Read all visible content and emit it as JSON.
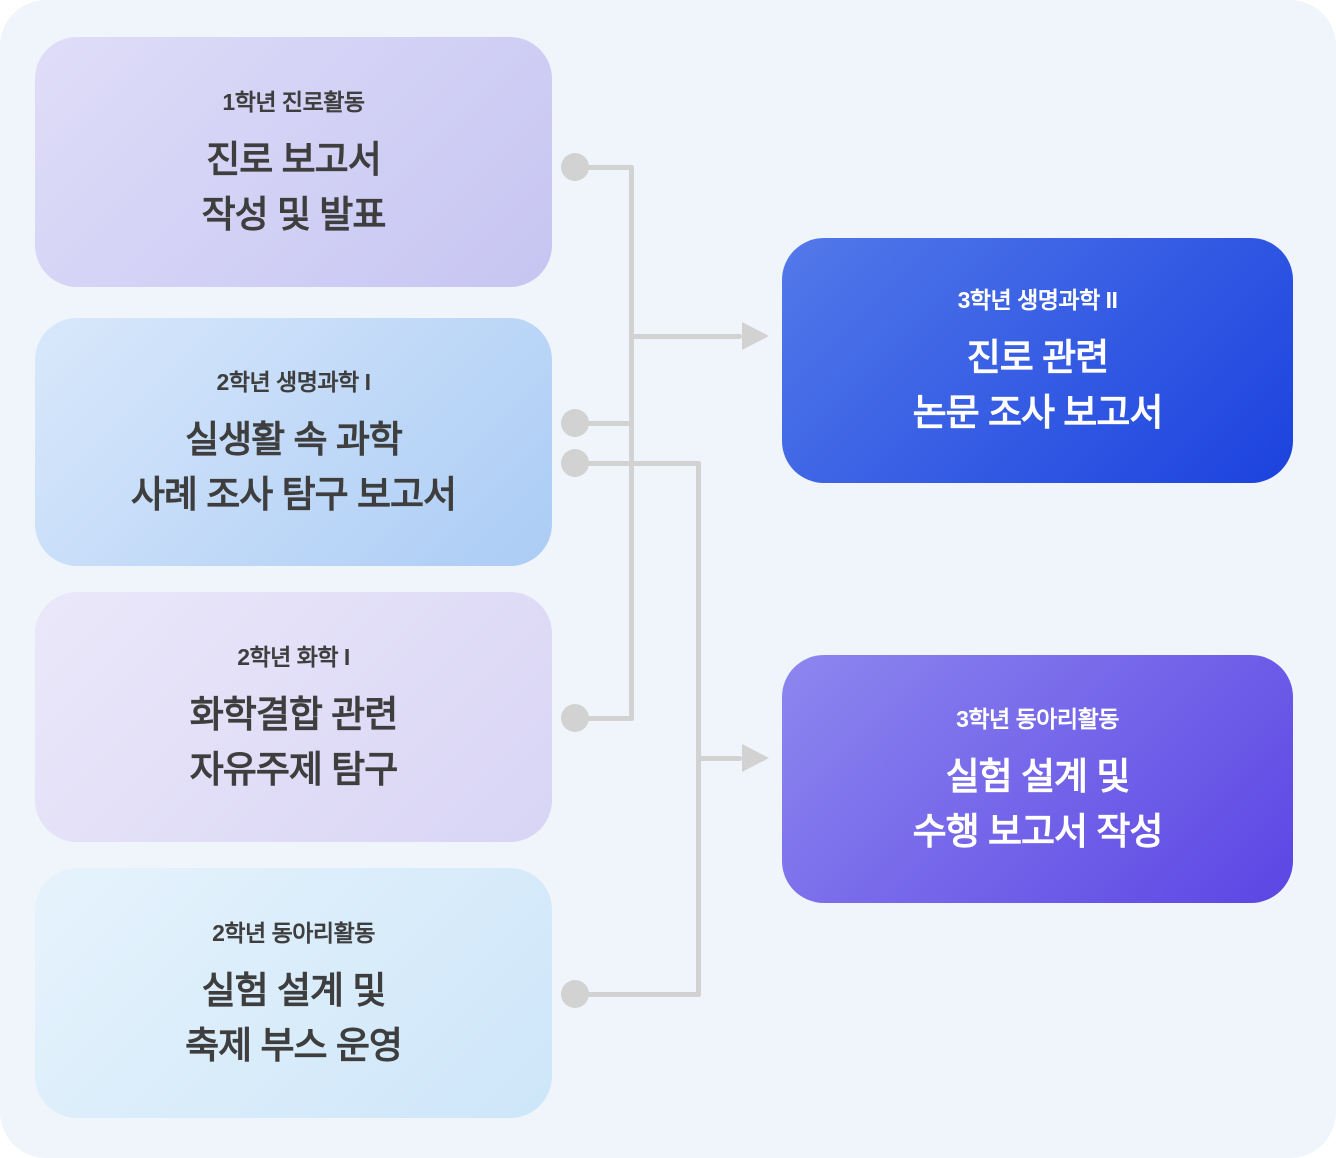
{
  "diagram": {
    "background_color": "#eff5fb",
    "connector_color": "#d2d2d2",
    "text_color_dark": "#3e3e3e",
    "text_color_light": "#ffffff",
    "left_boxes": [
      {
        "header": "1학년 진로활동",
        "line1": "진로 보고서",
        "line2": "작성 및 발표",
        "gradient": [
          "#dfddf8",
          "#c6c5f2"
        ]
      },
      {
        "header": "2학년 생명과학 I",
        "line1": "실생활 속 과학",
        "line2": "사례 조사 탐구 보고서",
        "gradient": [
          "#d9e8fb",
          "#abccf5"
        ]
      },
      {
        "header": "2학년 화학 I",
        "line1": "화학결합 관련",
        "line2": "자유주제 탐구",
        "gradient": [
          "#ebe8fa",
          "#d8d4f5"
        ]
      },
      {
        "header": "2학년 동아리활동",
        "line1": "실험 설계 및",
        "line2": "축제 부스 운영",
        "gradient": [
          "#e6f3fc",
          "#cde6f9"
        ]
      }
    ],
    "right_boxes": [
      {
        "header": "3학년 생명과학 II",
        "line1": "진로 관련",
        "line2": "논문 조사 보고서",
        "gradient": [
          "#5379ea",
          "#1b42de"
        ]
      },
      {
        "header": "3학년 동아리활동",
        "line1": "실험 설계 및",
        "line2": "수행 보고서 작성",
        "gradient": [
          "#8d87ef",
          "#5c45e4"
        ]
      }
    ],
    "connections": [
      {
        "from": "1학년 진로활동 진로 보고서 작성 및 발표",
        "to": "3학년 생명과학 II 진로 관련 논문 조사 보고서"
      },
      {
        "from": "2학년 생명과학 I 실생활 속 과학 사례 조사 탐구 보고서",
        "to": "3학년 생명과학 II 진로 관련 논문 조사 보고서"
      },
      {
        "from": "2학년 화학 I 화학결합 관련 자유주제 탐구",
        "to": "3학년 생명과학 II 진로 관련 논문 조사 보고서"
      },
      {
        "from": "2학년 생명과학 I 실생활 속 과학 사례 조사 탐구 보고서",
        "to": "3학년 동아리활동 실험 설계 및 수행 보고서 작성"
      },
      {
        "from": "2학년 동아리활동 실험 설계 및 축제 부스 운영",
        "to": "3학년 동아리활동 실험 설계 및 수행 보고서 작성"
      }
    ]
  }
}
